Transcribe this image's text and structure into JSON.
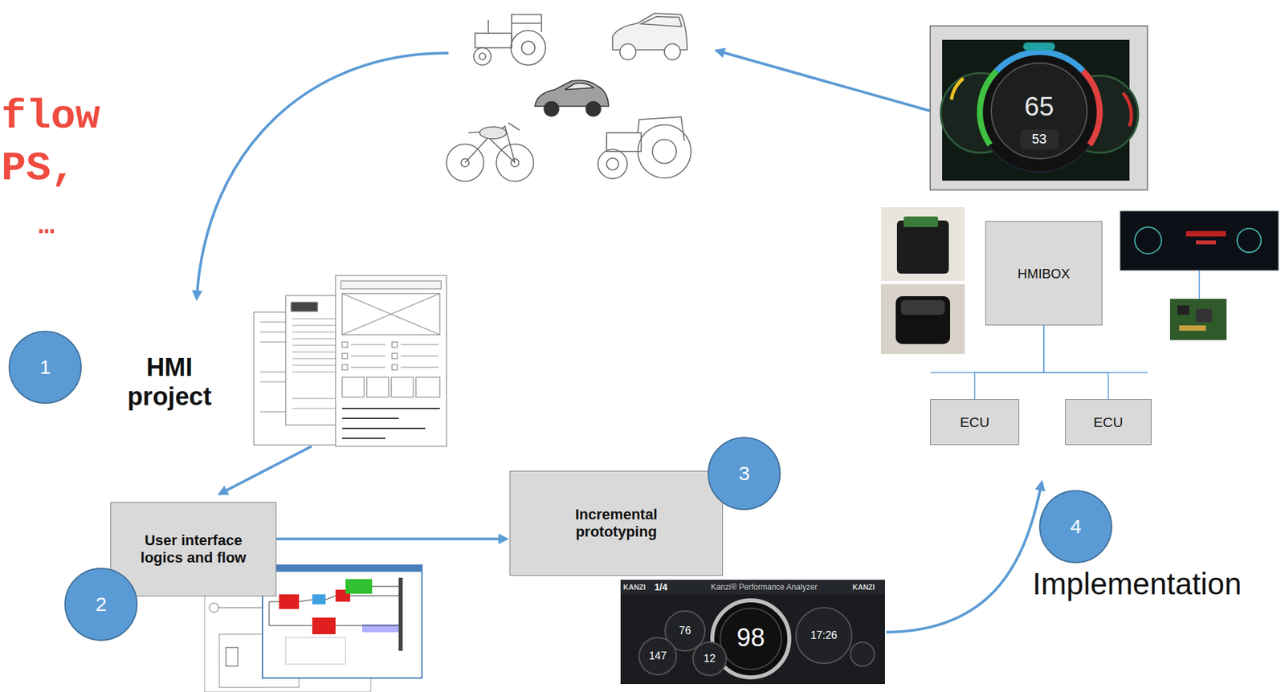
{
  "diagram": {
    "nodes": [
      {
        "text": [
          "1"
        ]
      },
      {
        "text": [
          "HMIBOX"
        ]
      },
      {
        "text": [
          "ECU"
        ]
      },
      {
        "text": [
          "ECU"
        ]
      },
      {
        "text": [
          "3"
        ]
      },
      {
        "text": [
          "Incremental prototyping"
        ]
      },
      {
        "text": [
          "User interface logics and flow"
        ]
      },
      {
        "text": [
          "4"
        ]
      },
      {
        "text": [
          "2"
        ]
      }
    ],
    "edges": [
      {
        "from": 6,
        "to": 5,
        "arrow": "to"
      },
      {
        "from": 1,
        "to": 2,
        "arrow": "none"
      },
      {
        "from": 1,
        "to": 3,
        "arrow": "none"
      }
    ],
    "labels": [
      "flow",
      "PS,",
      "…",
      "65",
      "53",
      "HMI project",
      "Implementation",
      "KANZI",
      "1/4",
      "Kanzi® Performance Analyzer",
      "KANZI",
      "76",
      "17:26",
      "147",
      "98",
      "12"
    ]
  }
}
